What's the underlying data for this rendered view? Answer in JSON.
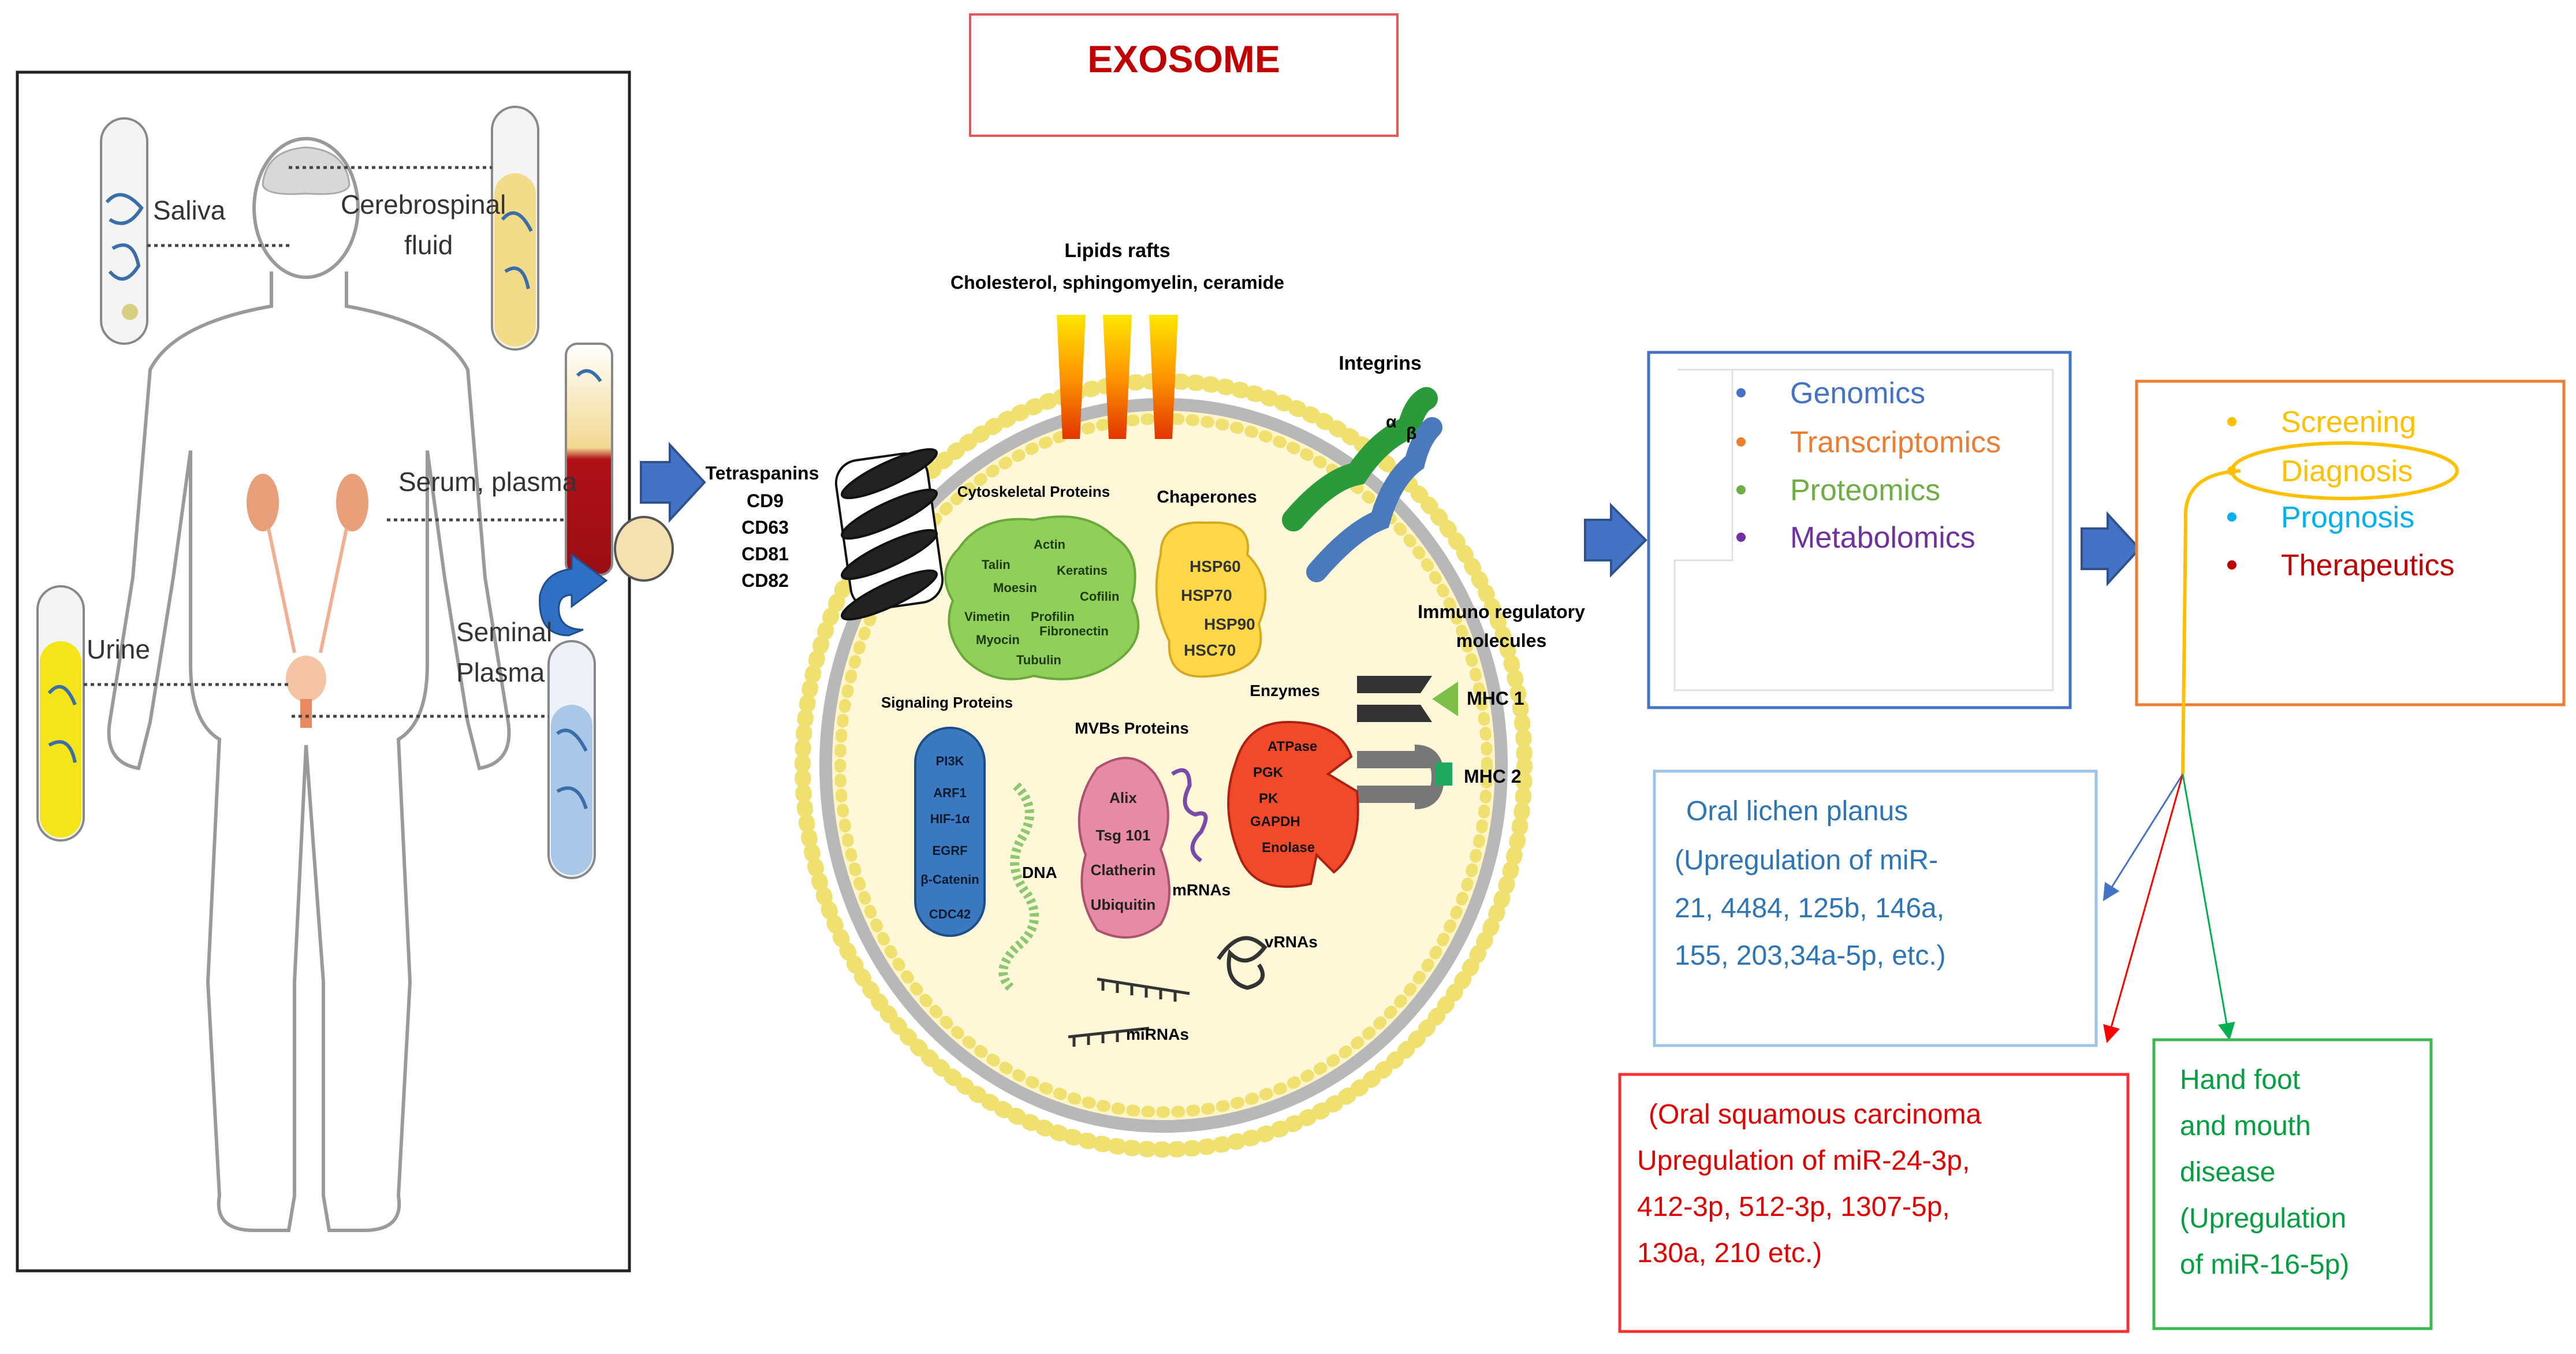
{
  "title": "EXOSOME",
  "body_fluids": {
    "saliva": "Saliva",
    "csf_line1": "Cerebrospinal",
    "csf_line2": "fluid",
    "serum": "Serum, plasma",
    "urine": "Urine",
    "seminal_line1": "Seminal",
    "seminal_line2": "Plasma"
  },
  "exosome": {
    "lipid_rafts_title": "Lipids rafts",
    "lipid_rafts_sub": "Cholesterol, sphingomyelin, ceramide",
    "integrins": "Integrins",
    "integrin_alpha": "α",
    "integrin_beta": "β",
    "tetraspanins": [
      "Tetraspanins",
      "CD9",
      "CD63",
      "CD81",
      "CD82"
    ],
    "cytoskeletal_title": "Cytoskeletal Proteins",
    "cytoskeletal_items": [
      "Actin",
      "Talin",
      "Keratins",
      "Moesin",
      "Cofilin",
      "Vimetin",
      "Profilin",
      "Myocin",
      "Fibronectin",
      "Tubulin"
    ],
    "chaperones_title": "Chaperones",
    "chaperones_items": [
      "HSP60",
      "HSP70",
      "HSP90",
      "HSC70"
    ],
    "immuno_title_line1": "Immuno regulatory",
    "immuno_title_line2": "molecules",
    "mhc1": "MHC 1",
    "mhc2": "MHC 2",
    "enzymes_title": "Enzymes",
    "enzymes_items": [
      "ATPase",
      "PGK",
      "PK",
      "GAPDH",
      "Enolase"
    ],
    "signaling_title": "Signaling Proteins",
    "signaling_items": [
      "PI3K",
      "ARF1",
      "HIF-1α",
      "EGRF",
      "β-Catenin",
      "CDC42"
    ],
    "mvb_title": "MVBs Proteins",
    "mvb_items": [
      "Alix",
      "Tsg 101",
      "Clatherin",
      "Ubiquitin"
    ],
    "dna": "DNA",
    "mrnas": "mRNAs",
    "vrnas": "vRNAs",
    "mirnas": "miRNAs"
  },
  "omics": {
    "items": [
      {
        "label": "Genomics",
        "color": "#4472c4"
      },
      {
        "label": "Transcriptomics",
        "color": "#ed7d31"
      },
      {
        "label": "Proteomics",
        "color": "#70ad47"
      },
      {
        "label": "Metabolomics",
        "color": "#7030a0"
      }
    ]
  },
  "applications": {
    "items": [
      {
        "label": "Screening",
        "color": "#ffc000"
      },
      {
        "label": "Diagnosis",
        "color": "#ffc000"
      },
      {
        "label": "Prognosis",
        "color": "#00b0f0"
      },
      {
        "label": "Therapeutics",
        "color": "#c00000"
      }
    ]
  },
  "diseases": {
    "lichen": [
      "Oral lichen planus",
      "(Upregulation of miR-",
      "21, 4484, 125b, 146a,",
      "155, 203,34a-5p, etc.)"
    ],
    "carcinoma": [
      "(Oral squamous carcinoma",
      "Upregulation of miR-24-3p,",
      "412-3p, 512-3p, 1307-5p,",
      "130a, 210 etc.)"
    ],
    "hfmd": [
      "Hand foot",
      "and mouth",
      "disease",
      "(Upregulation",
      "of miR-16-5p)"
    ]
  }
}
